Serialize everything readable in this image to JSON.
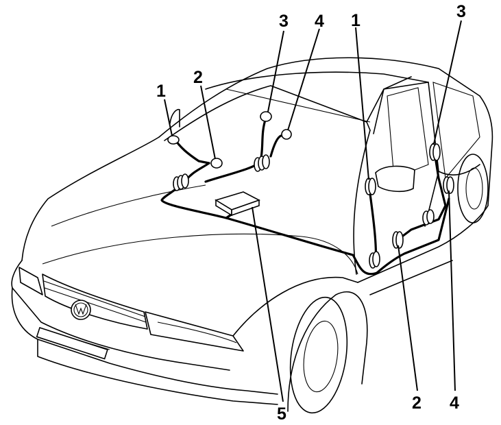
{
  "callouts": {
    "c1_windshield": "1",
    "c2_windshield": "2",
    "c3_windshield": "3",
    "c4_windshield": "4",
    "c1_door": "1",
    "c3_rear": "3",
    "c2_bottom": "2",
    "c4_bottom": "4",
    "c5_bottom": "5"
  },
  "colors": {
    "ink": "#000000",
    "paper": "#ffffff"
  }
}
